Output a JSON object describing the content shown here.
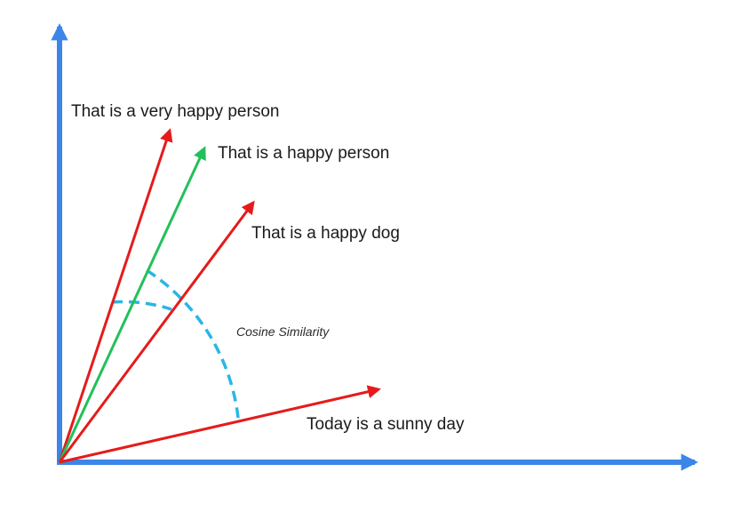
{
  "diagram": {
    "colors": {
      "axes": "#3b86e8",
      "compared_vector": "#e51b1b",
      "reference_vector": "#22c05a",
      "similarity_arc": "#29b6e6",
      "text": "#1a1a1a"
    },
    "vectors": [
      {
        "id": "very-happy-person",
        "label": "That is a very happy person",
        "role": "compared"
      },
      {
        "id": "happy-person",
        "label": "That is a happy person",
        "role": "reference"
      },
      {
        "id": "happy-dog",
        "label": "That is a happy dog",
        "role": "compared"
      },
      {
        "id": "sunny-day",
        "label": "Today is a sunny day",
        "role": "compared"
      }
    ],
    "arc_label": "Cosine Similarity"
  }
}
